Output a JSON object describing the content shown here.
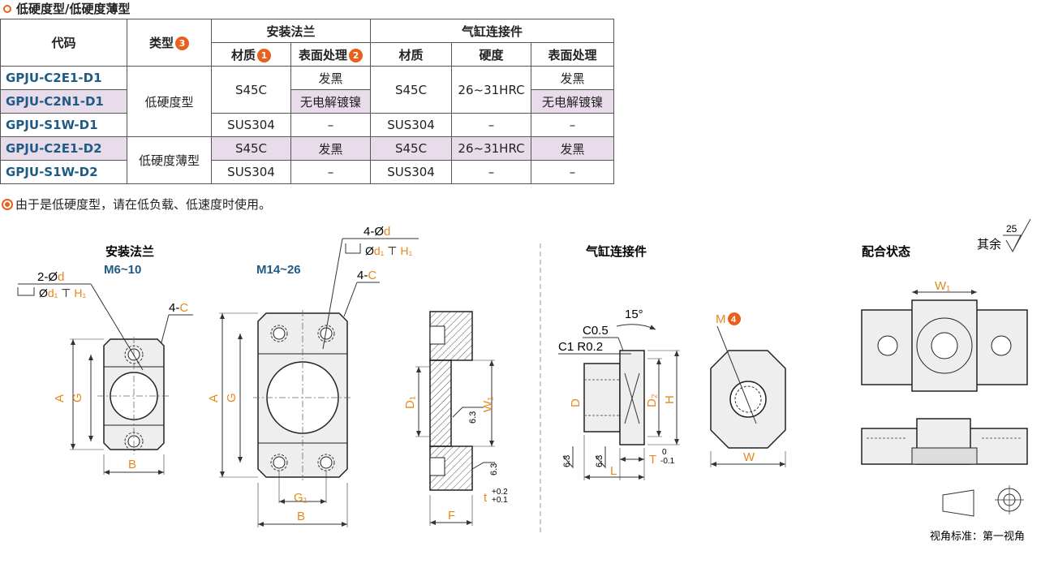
{
  "title": "低硬度型/低硬度薄型",
  "table": {
    "h_code": "代码",
    "h_type": "类型",
    "h_type_num": "3",
    "h_flange": "安装法兰",
    "h_cyl": "气缸连接件",
    "h_mat": "材质",
    "h_mat_num": "1",
    "h_surf": "表面处理",
    "h_surf_num": "2",
    "h_mat2": "材质",
    "h_hard": "硬度",
    "h_surf2": "表面处理",
    "rows": [
      {
        "code": "GPJU-C2E1-D1",
        "mat": "S45C",
        "surf": "发黑",
        "mat2": "S45C",
        "hard": "26~31HRC",
        "surf2": "发黑"
      },
      {
        "code": "GPJU-C2N1-D1",
        "type": "低硬度型",
        "surf": "无电解镀镍",
        "surf2": "无电解镀镍"
      },
      {
        "code": "GPJU-S1W-D1",
        "mat": "SUS304",
        "surf": "–",
        "mat2": "SUS304",
        "hard": "–",
        "surf2": "–"
      },
      {
        "code": "GPJU-C2E1-D2",
        "type": "低硬度薄型",
        "mat": "S45C",
        "surf": "发黑",
        "mat2": "S45C",
        "hard": "26~31HRC",
        "surf2": "发黑"
      },
      {
        "code": "GPJU-S1W-D2",
        "mat": "SUS304",
        "surf": "–",
        "mat2": "SUS304",
        "hard": "–",
        "surf2": "–"
      }
    ]
  },
  "note": "由于是低硬度型，请在低负载、低速度时使用。",
  "drawing": {
    "flange_title": "安装法兰",
    "size_small": "M6~10",
    "size_large": "M14~26",
    "cyl_title": "气缸连接件",
    "fit_title": "配合状态",
    "surface_rest": "其余",
    "roughness_25": "25",
    "projection": "视角标准：第一视角",
    "hole2": "2-Ø",
    "hole4": "4-Ø",
    "d": "d",
    "d1": "d₁",
    "H1": "H₁",
    "c4": "4-",
    "C": "C",
    "A": "A",
    "G": "G",
    "B": "B",
    "G1": "G₁",
    "D1": "D₁",
    "W1": "W₁",
    "F": "F",
    "t": "t",
    "t_tol_up": "+0.2",
    "t_tol_dn": "+0.1",
    "r63": "6.3",
    "c05": "C0.5",
    "c1": "C1",
    "r02": "R0.2",
    "angle": "15°",
    "D": "D",
    "D2": "D₂",
    "H": "H",
    "L": "L",
    "T": "T",
    "T_tol_up": "0",
    "T_tol_dn": "-0.1",
    "M": "M",
    "M_num": "4",
    "W": "W"
  },
  "colors": {
    "accent": "#e8601c",
    "code_blue": "#1f5b85",
    "shade": "#e8dcea",
    "dim_orange": "#e8881c"
  }
}
